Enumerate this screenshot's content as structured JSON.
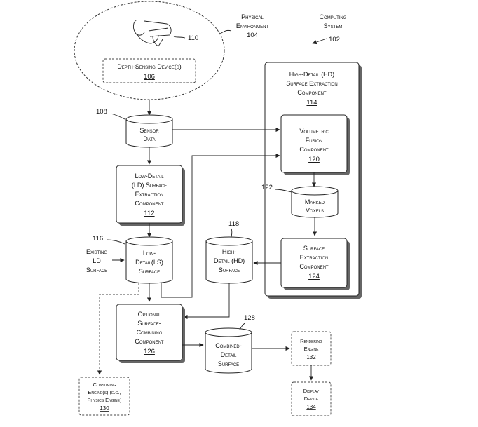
{
  "labels": {
    "physical_env": [
      "Physical",
      "Environment",
      "104"
    ],
    "computing_system": [
      "Computing",
      "System",
      "102"
    ],
    "user_ref": "110",
    "depth_sensing": [
      "Depth-Sensing Device(s)",
      "106"
    ],
    "hd_component": [
      "High-Detail (HD)",
      "Surface Extraction",
      "Component",
      "114"
    ],
    "sensor_data": [
      "Sensor",
      "Data"
    ],
    "sensor_ref": "108",
    "volumetric": [
      "Volumetric",
      "Fusion",
      "Component",
      "120"
    ],
    "ld_component": [
      "Low-Detail",
      "(LD) Surface",
      "Extraction",
      "Component",
      "112"
    ],
    "marked_voxels": [
      "Marked",
      "Voxels"
    ],
    "marked_ref": "122",
    "surface_extraction": [
      "Surface",
      "Extraction",
      "Component",
      "124"
    ],
    "existing_ld": [
      "Existing",
      "LD",
      "Surface"
    ],
    "ld_surface": [
      "Low-",
      "Detail(LS)",
      "Surface"
    ],
    "ld_ref": "116",
    "hd_surface": [
      "High-",
      "Detail (HD)",
      "Surface"
    ],
    "hd_ref": "118",
    "combining": [
      "Optional",
      "Surface-",
      "Combining",
      "Component",
      "126"
    ],
    "combined": [
      "Combined-",
      "Detail",
      "Surface"
    ],
    "combined_ref": "128",
    "rendering": [
      "Rendering",
      "Engine",
      "132"
    ],
    "display": [
      "Display",
      "Device",
      "134"
    ],
    "consuming": [
      "Consuming",
      "Engine(s) (e.g.,",
      "Physics Engine)",
      "130"
    ]
  }
}
